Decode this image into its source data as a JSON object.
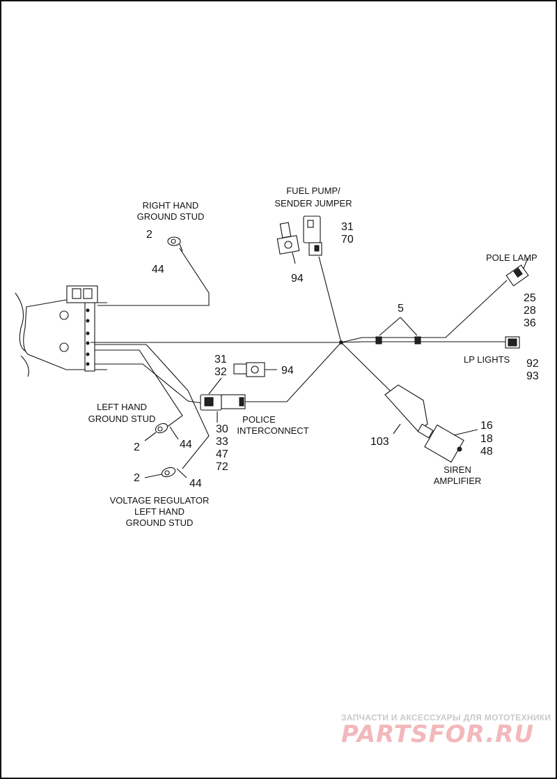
{
  "labels": {
    "right_hand_ground_stud": [
      "RIGHT HAND",
      "GROUND STUD"
    ],
    "fuel_pump_sender_jumper": [
      "FUEL PUMP/",
      "SENDER JUMPER"
    ],
    "pole_lamp": "POLE LAMP",
    "lp_lights": "LP LIGHTS",
    "left_hand_ground_stud": [
      "LEFT HAND",
      "GROUND STUD"
    ],
    "voltage_regulator_ground_stud": [
      "VOLTAGE REGULATOR",
      "LEFT HAND",
      "GROUND STUD"
    ],
    "police_interconnect": [
      "POLICE",
      "INTERCONNECT"
    ],
    "siren_amplifier": [
      "SIREN",
      "AMPLIFIER"
    ]
  },
  "callouts": {
    "rh_stud_2": "2",
    "rh_stud_44": "44",
    "fuel_94": "94",
    "fuel_31": "31",
    "fuel_70": "70",
    "clips_5": "5",
    "pole_25": "25",
    "pole_28": "28",
    "pole_36": "36",
    "lp_92": "92",
    "lp_93": "93",
    "police_31": "31",
    "police_32": "32",
    "police_94": "94",
    "police_30": "30",
    "police_33": "33",
    "police_47": "47",
    "police_72": "72",
    "lh_stud_2": "2",
    "lh_stud_44": "44",
    "vr_stud_2": "2",
    "vr_stud_44": "44",
    "boot_103": "103",
    "siren_16": "16",
    "siren_18": "18",
    "siren_48": "48"
  },
  "watermark": {
    "tagline": "ЗАПЧАСТИ И АКСЕССУАРЫ ДЛЯ МОТОТЕХНИКИ",
    "logo": "PARTSFOR.RU"
  }
}
